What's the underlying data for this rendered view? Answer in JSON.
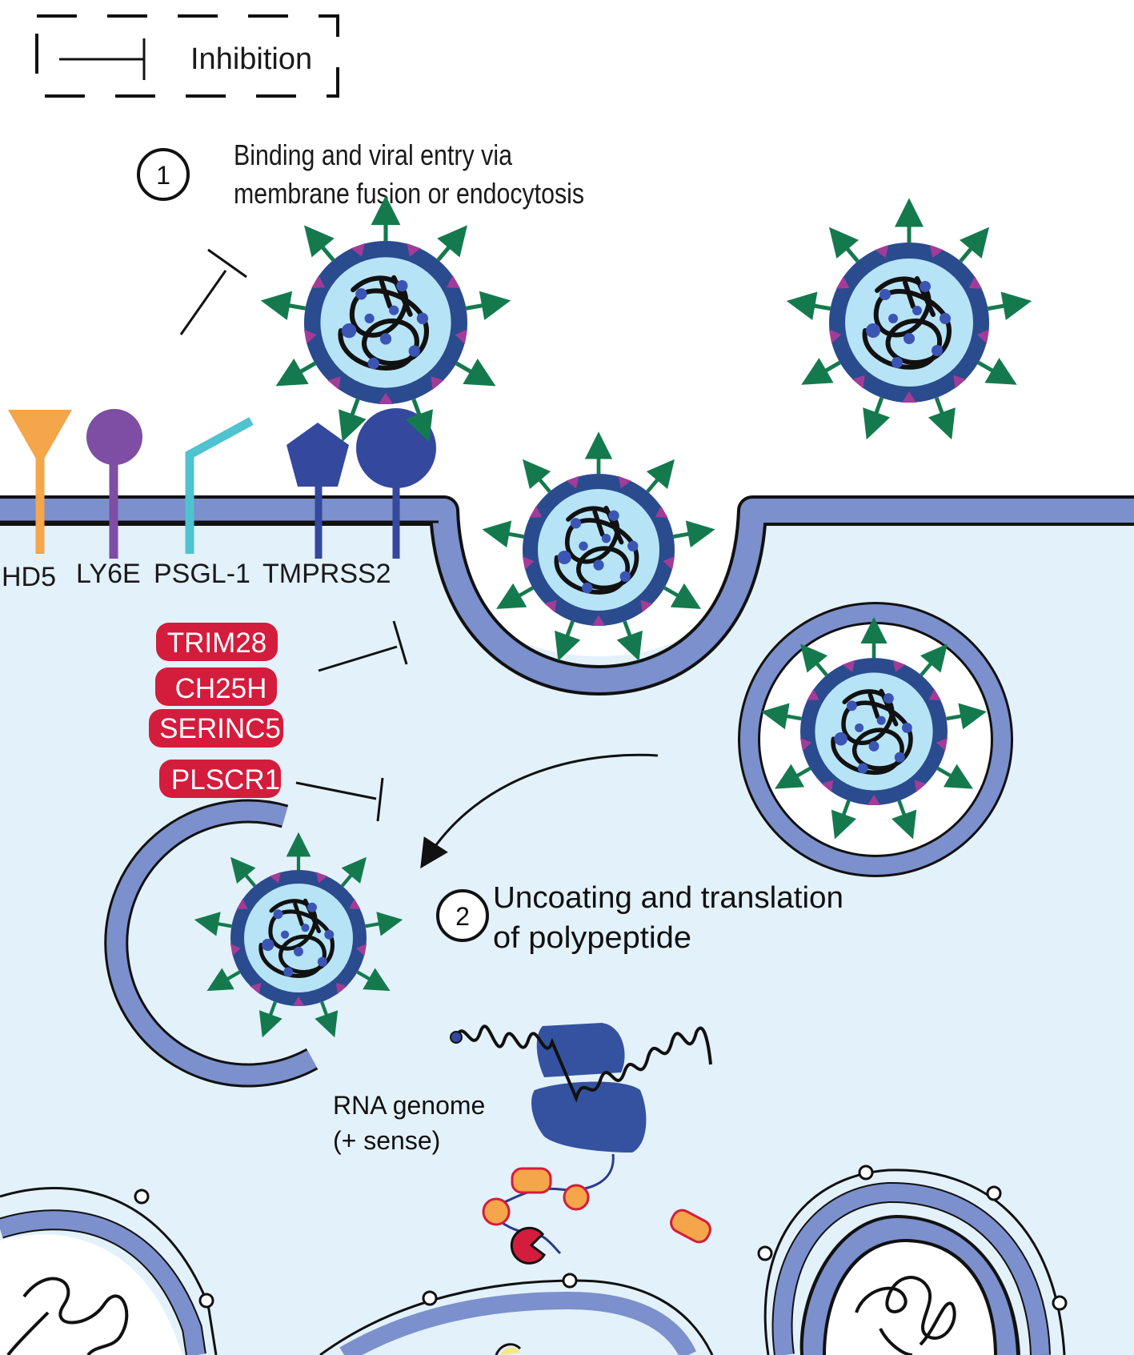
{
  "legend": {
    "inhibition_label": "Inhibition"
  },
  "steps": [
    {
      "number": "1",
      "line1": "Binding and viral entry via",
      "line2": "membrane fusion or endocytosis"
    },
    {
      "number": "2",
      "line1": "Uncoating and translation",
      "line2": "of polypeptide"
    }
  ],
  "receptors": [
    "HD5",
    "LY6E",
    "PSGL-1",
    "TMPRSS2"
  ],
  "restriction_factors": [
    "TRIM28",
    "CH25H",
    "SERINC5",
    "PLSCR1"
  ],
  "rna_label": {
    "line1": "RNA genome",
    "line2": "(+ sense)"
  },
  "colors": {
    "cytoplasm": "#e3f1fa",
    "membrane": "#7b90cc",
    "membrane_dark": "#5a6fb3",
    "virus_envelope": "#2a4b8d",
    "virus_core": "#b7e3f6",
    "spike": "#147a4e",
    "m_protein": "#a23c98",
    "restriction_pill": "#d41c3c",
    "hd5": "#f5a54a",
    "ly6e": "#7d4ea3",
    "psgl1": "#4fc3cf",
    "tmprss2": "#34489e",
    "ribosome": "#34529f"
  }
}
